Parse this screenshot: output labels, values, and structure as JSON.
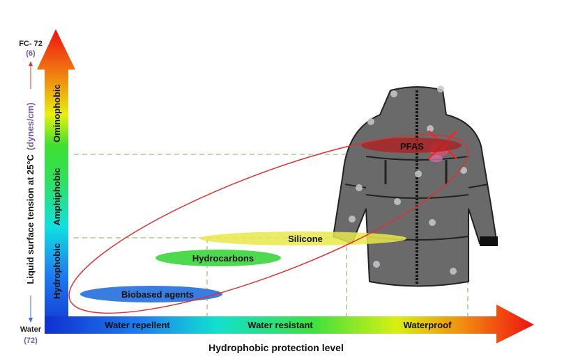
{
  "y_axis": {
    "top_label": "FC- 72",
    "top_value": "(6)",
    "bottom_label": "Water",
    "bottom_value": "(72)",
    "title": "Liquid surface tension at 25°C",
    "unit": "(dynes/cm)",
    "zones": [
      "Hydrophobic",
      "Amphiphobic",
      "Ominophobic"
    ]
  },
  "x_axis": {
    "title": "Hydrophobic protection level",
    "zones": [
      "Water repellent",
      "Water resistant",
      "Waterproof"
    ]
  },
  "agents": [
    {
      "label": "Biobased agents",
      "color": "#3a7de0"
    },
    {
      "label": "Hydrocarbons",
      "color": "#4fd94f"
    },
    {
      "label": "Silicone",
      "color": "#e8e84a"
    },
    {
      "label": "PFAS",
      "color": "#b02020"
    }
  ],
  "colors": {
    "accent_value": "#7a5a9a",
    "highlight_ellipse": "#e03030",
    "dash": "#a8cc90"
  }
}
